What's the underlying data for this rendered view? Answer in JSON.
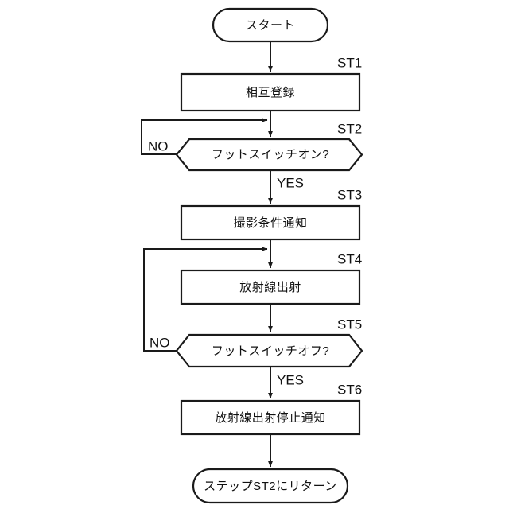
{
  "diagram": {
    "type": "flowchart",
    "orientation": "top-to-bottom",
    "language": "ja",
    "line_color": "#1a1a1a",
    "fill_color": "#ffffff",
    "background": "#ffffff",
    "nodes": [
      {
        "id": "start",
        "shape": "rounded-terminal",
        "label": "スタート",
        "step": ""
      },
      {
        "id": "st1",
        "shape": "process",
        "label": "相互登録",
        "step": "ST1"
      },
      {
        "id": "st2",
        "shape": "decision-hexagon",
        "label": "フットスイッチオン?",
        "step": "ST2"
      },
      {
        "id": "st3",
        "shape": "process",
        "label": "撮影条件通知",
        "step": "ST3"
      },
      {
        "id": "st4",
        "shape": "process",
        "label": "放射線出射",
        "step": "ST4"
      },
      {
        "id": "st5",
        "shape": "decision-hexagon",
        "label": "フットスイッチオフ?",
        "step": "ST5"
      },
      {
        "id": "st6",
        "shape": "process",
        "label": "放射線出射停止通知",
        "step": "ST6"
      },
      {
        "id": "return",
        "shape": "rounded-terminal",
        "label": "ステップST2にリターン",
        "step": ""
      }
    ],
    "branch_labels": {
      "st2_no": "NO",
      "st2_yes": "YES",
      "st5_no": "NO",
      "st5_yes": "YES"
    },
    "edges": [
      {
        "from": "start",
        "to": "st1",
        "label": ""
      },
      {
        "from": "st1",
        "to": "st2",
        "label": ""
      },
      {
        "from": "st2",
        "to": "st3",
        "label": "YES"
      },
      {
        "from": "st2",
        "to": "st2",
        "label": "NO"
      },
      {
        "from": "st3",
        "to": "st4",
        "label": ""
      },
      {
        "from": "st4",
        "to": "st5",
        "label": ""
      },
      {
        "from": "st5",
        "to": "st6",
        "label": "YES"
      },
      {
        "from": "st5",
        "to": "st4",
        "label": "NO"
      },
      {
        "from": "st6",
        "to": "return",
        "label": ""
      }
    ]
  }
}
